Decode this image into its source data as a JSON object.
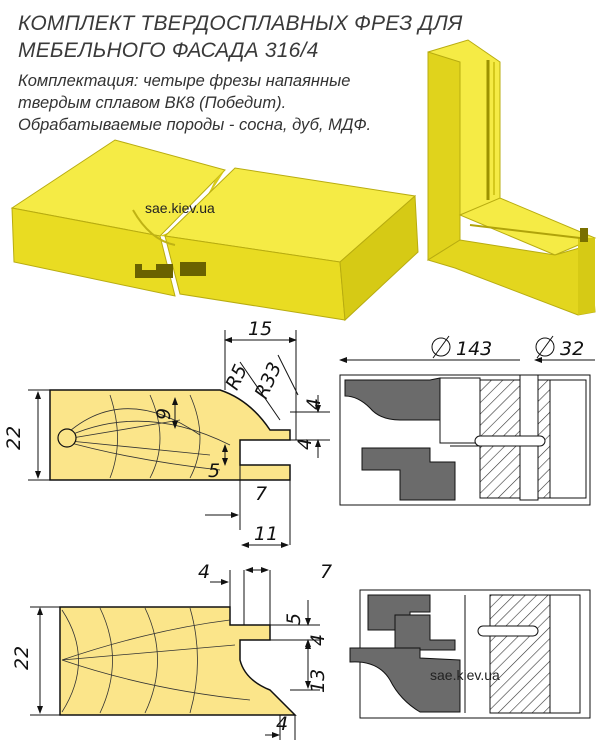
{
  "title": {
    "line1": "КОМПЛЕКТ ТВЕРДОСПЛАВНЫХ ФРЕЗ ДЛЯ",
    "line2": "МЕБЕЛЬНОГО ФАСАДА 316/4"
  },
  "description": {
    "line1": "Комплектация: четыре фрезы напаянные",
    "line2": "твердым сплавом ВК8 (Победит).",
    "line3": "Обрабатываемые породы - сосна, дуб, МДФ."
  },
  "watermark": "sae.kiev.ua",
  "colors": {
    "wood": "#f2e63a",
    "wood_dark": "#c9bd10",
    "profile": "#fbe58a",
    "cutter": "#6b6b6b",
    "text": "#3a3a3a"
  },
  "dimensions_top": {
    "d15": "15",
    "r5": "R5",
    "r33": "R33",
    "d9": "9",
    "d22": "22",
    "d4a": "4",
    "d4b": "4",
    "d5": "5",
    "d7": "7",
    "d11": "11"
  },
  "dimensions_bottom": {
    "d4": "4",
    "d7": "7",
    "d5": "5",
    "d4b": "4",
    "d22": "22",
    "d13": "13",
    "d4c": "4"
  },
  "cutter_dims": {
    "d143": "143",
    "d32": "32"
  }
}
